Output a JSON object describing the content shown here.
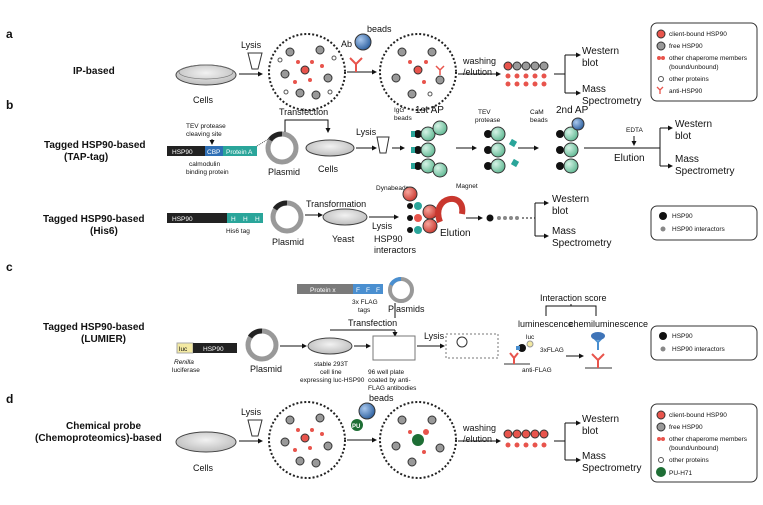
{
  "panels": {
    "a": {
      "letter": "a",
      "method": "IP-based",
      "cells": "Cells",
      "lysis": "Lysis",
      "ab": "Ab",
      "beads": "beads",
      "washing_1": "washing",
      "washing_2": "/elution",
      "out_western_1": "Western",
      "out_western_2": "blot",
      "out_mass_1": "Mass",
      "out_mass_2": "Spectrometry",
      "legend": [
        "client-bound HSP90",
        "free HSP90",
        "other chaperome members",
        "(bound/unbound)",
        "other proteins",
        "anti-HSP90"
      ]
    },
    "b": {
      "letter": "b",
      "tap": {
        "method_1": "Tagged HSP90-based",
        "method_2": "(TAP-tag)",
        "tev_site_1": "TEV protease",
        "tev_site_2": "cleaving site",
        "construct": [
          "HSP90",
          "CBP",
          "Protein A"
        ],
        "calmodulin_1": "calmodulin",
        "calmodulin_2": "binding protein",
        "transfection": "Transfection",
        "plasmid": "Plasmid",
        "cells": "Cells",
        "lysis": "Lysis",
        "igg_1": "IgG",
        "igg_2": "beads",
        "ap1": "1st AP",
        "tev_1": "TEV",
        "tev_2": "protease",
        "cam_1": "CaM",
        "cam_2": "beads",
        "ap2": "2nd AP",
        "edta": "EDTA",
        "elution": "Elution",
        "out_western_1": "Western",
        "out_western_2": "blot",
        "out_mass_1": "Mass",
        "out_mass_2": "Spectrometry"
      },
      "his": {
        "method_1": "Tagged HSP90-based",
        "method_2": "(His6)",
        "construct": [
          "HSP90",
          "H",
          "H",
          "H"
        ],
        "tag": "His6 tag",
        "plasmid": "Plasmid",
        "transformation": "Transformation",
        "yeast": "Yeast",
        "dynabeads": "Dynabeads",
        "lysis": "Lysis",
        "magnet": "Magnet",
        "interactors_1": "HSP90",
        "interactors_2": "interactors",
        "elution": "Elution",
        "out_western_1": "Western",
        "out_western_2": "blot",
        "out_mass_1": "Mass",
        "out_mass_2": "Spectrometry",
        "legend": [
          "HSP90",
          "HSP90 interactors"
        ]
      }
    },
    "c": {
      "letter": "c",
      "method_1": "Tagged HSP90-based",
      "method_2": "(LUMIER)",
      "protein_x": "Protein x",
      "flag_boxes": [
        "F",
        "F",
        "F"
      ],
      "flag_1": "3x FLAG",
      "flag_2": "tags",
      "plasmids": "Plasmids",
      "transfection": "Transfection",
      "construct": [
        "luc",
        "HSP90"
      ],
      "renilla_1": "Renilla",
      "renilla_2": "luciferase",
      "plasmid": "Plasmid",
      "cell_line_1": "stable 293T",
      "cell_line_2": "cell line",
      "cell_line_3": "expressing luc-HSP90",
      "plate_1": "96 well plate",
      "plate_2": "coated by anti-",
      "plate_3": "FLAG antibodies",
      "lysis": "Lysis",
      "interaction_score": "Interaction score",
      "luminescence": "luminescence",
      "chemiluminescence": "chemiluminescence",
      "luc": "luc",
      "threexflag": "3xFLAG",
      "antiflag": "anti-FLAG",
      "legend": [
        "HSP90",
        "HSP90 interactors"
      ]
    },
    "d": {
      "letter": "d",
      "method_1": "Chemical probe",
      "method_2": "(Chemoproteomics)-based",
      "cells": "Cells",
      "lysis": "Lysis",
      "beads": "beads",
      "pu": "PU",
      "washing_1": "washing",
      "washing_2": "/elution",
      "out_western_1": "Western",
      "out_western_2": "blot",
      "out_mass_1": "Mass",
      "out_mass_2": "Spectrometry",
      "legend": [
        "client-bound HSP90",
        "free HSP90",
        "other chaperome members",
        "(bound/unbound)",
        "other proteins",
        "PU-H71"
      ]
    }
  },
  "colors": {
    "client_red": "#e8544c",
    "free_gray": "#8a8a8a",
    "bead_blue": "#3f74b8",
    "teal": "#2aa59a",
    "mint": "#8fd6b5",
    "pu_green": "#1e6e35",
    "cbp_blue": "#2f6fb5",
    "flag_blue": "#4a8fd0",
    "luc_yellow": "#f3e9a2"
  }
}
